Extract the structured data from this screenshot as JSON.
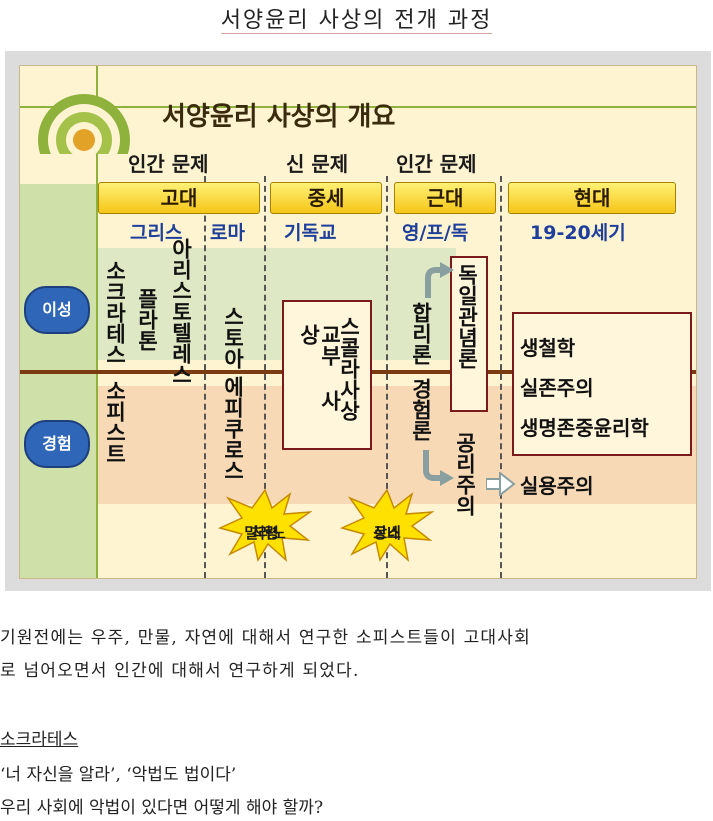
{
  "doc_title": "서양윤리 사상의 전개 과정",
  "slide": {
    "title": "서양윤리 사상의 개요",
    "headers": [
      "인간 문제",
      "신 문제",
      "인간 문제"
    ],
    "eras": [
      "고대",
      "중세",
      "근대",
      "현대"
    ],
    "subheads": [
      "그리스",
      "로마",
      "기독교",
      "영/프/독",
      "19-20세기"
    ],
    "labels": {
      "reason": "이성",
      "experience": "경험"
    },
    "ancient": {
      "socrates": "소크라테스",
      "plato": "플라톤",
      "aristotle": "아리스토텔레스",
      "sophist": "소피스트",
      "stoa": "스토아",
      "epicurus": "에피쿠로스"
    },
    "medieval": {
      "patristic": "교부 사상",
      "scholastic": "스콜라사상"
    },
    "modern": {
      "german_idealism": "독일관념론",
      "rationalism": "합리론",
      "empiricism": "경험론",
      "utilitarianism": "공리주의"
    },
    "contemporary": {
      "items": [
        "생철학",
        "실존주의",
        "생명존중윤리학"
      ],
      "pragmatism": "실용주의"
    },
    "bursts": {
      "milan": [
        "밀라노",
        "칙령"
      ],
      "renaissance": [
        "르네",
        "상스"
      ]
    },
    "colors": {
      "accent_gold": "#f5c518",
      "blue_label": "#2f66b8",
      "reason_band": "#dfe8c4",
      "experience_band": "#f7d9b6",
      "box_border": "#7a1a1a"
    }
  },
  "body": {
    "para1_line1": "기원전에는 우주, 만물, 자연에 대해서 연구한 소피스트들이 고대사회",
    "para1_line2": "로 넘어오면서 인간에 대해서 연구하게 되었다.",
    "heading": "소크라테스",
    "quote": "‘너 자신을 알라’, ‘악법도 법이다’",
    "question": "우리 사회에 악법이 있다면 어떻게 해야 할까?"
  }
}
